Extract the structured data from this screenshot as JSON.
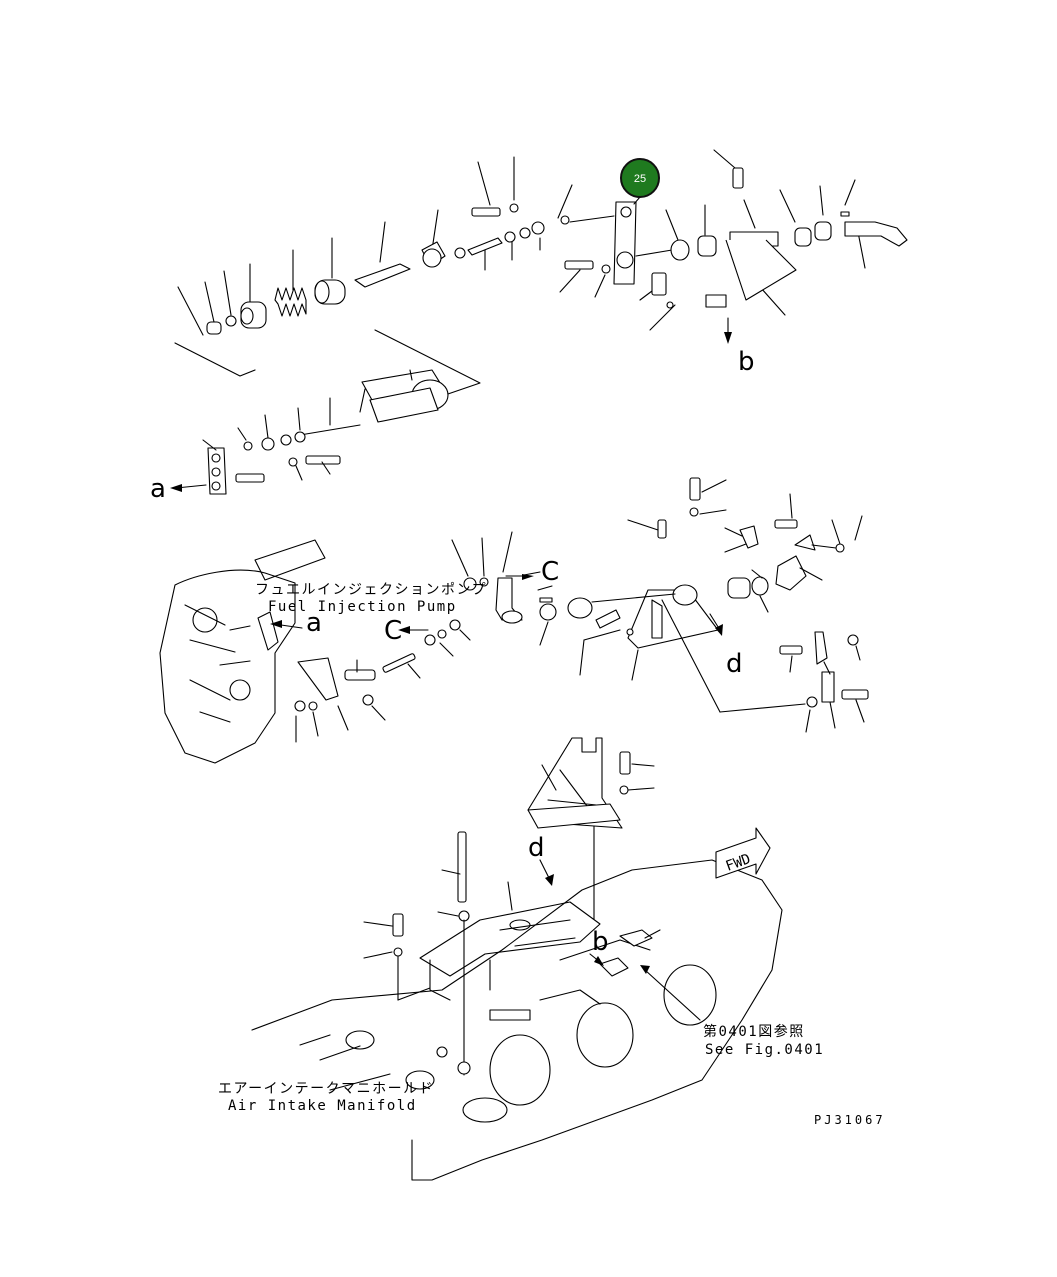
{
  "colors": {
    "callout_fill": "#1f7a1f",
    "callout_stroke": "#111111",
    "line": "#000000",
    "background": "#ffffff"
  },
  "callout": {
    "number": "25"
  },
  "letters": {
    "a": "a",
    "b": "b",
    "c": "C",
    "d": "d"
  },
  "labels": {
    "fuel_pump_jp": "フュエルインジェクションポンプ",
    "fuel_pump_en": "Fuel Injection Pump",
    "air_intake_jp": "エアーインテークマニホールド",
    "air_intake_en": "Air Intake Manifold",
    "see_fig_jp": "第0401図参照",
    "see_fig_en": "See Fig.0401",
    "fwd": "FWD",
    "drawing_code": "PJ31067"
  }
}
